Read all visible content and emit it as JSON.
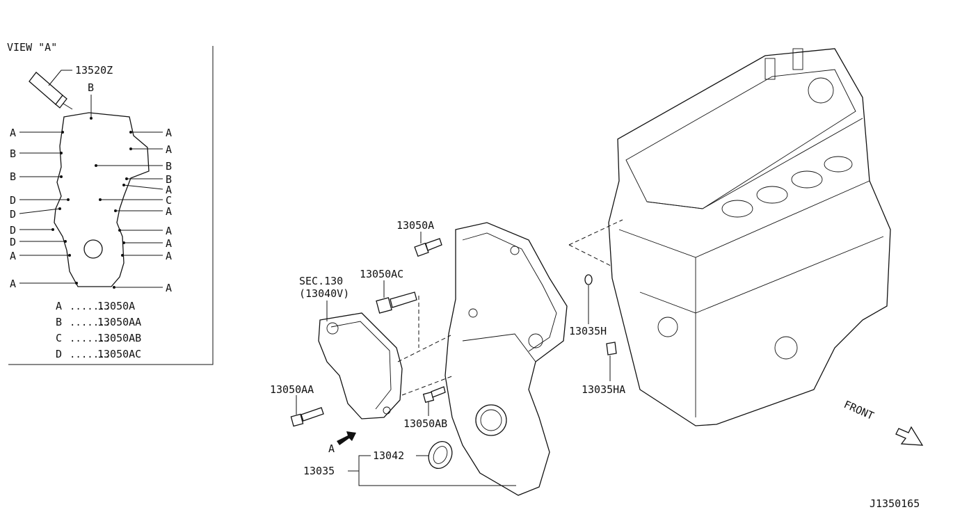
{
  "view": {
    "title": "VIEW \"A\"",
    "sealant_part": "13520Z",
    "top_callout": "B",
    "left_callouts": [
      "A",
      "B",
      "B",
      "D",
      "D",
      "D",
      "D",
      "A",
      "A"
    ],
    "right_callouts": [
      "A",
      "A",
      "B",
      "B",
      "A",
      "C",
      "A",
      "A",
      "A",
      "A",
      "A"
    ],
    "legend": [
      {
        "key": "A",
        "dots": ".......",
        "part": "13050A"
      },
      {
        "key": "B",
        "dots": ".......",
        "part": "13050AA"
      },
      {
        "key": "C",
        "dots": ".......",
        "part": "13050AB"
      },
      {
        "key": "D",
        "dots": ".......",
        "part": "13050AC"
      }
    ]
  },
  "parts": {
    "bolt_a": "13050A",
    "bolt_ac": "13050AC",
    "sec_ref": "SEC.130",
    "sec_part": "(13040V)",
    "bolt_aa": "13050AA",
    "bolt_ab": "13050AB",
    "view_arrow": "A",
    "seal": "13042",
    "cover": "13035",
    "gasket_h": "13035H",
    "gasket_ha": "13035HA"
  },
  "front_label": "FRONT",
  "diagram_code": "J1350165"
}
